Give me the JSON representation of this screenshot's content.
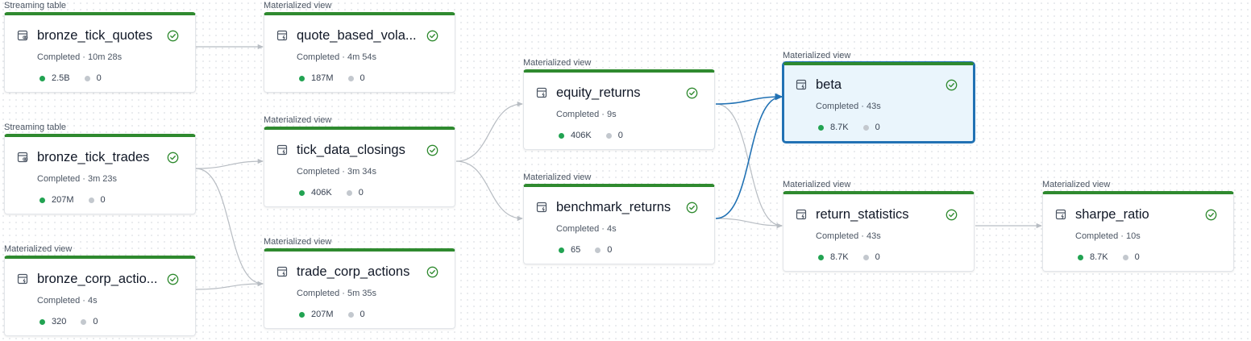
{
  "colors": {
    "completed_bar": "#2f8a2f",
    "selected_border": "#2272b4",
    "edge_default": "#b8bdc3",
    "edge_highlight": "#2272b4"
  },
  "nodes": [
    {
      "type": "Streaming table",
      "title": "bronze_tick_quotes",
      "status": "Completed · 10m 28s",
      "rows": "2.5B",
      "dropped": "0",
      "icon": "streaming-table-icon"
    },
    {
      "type": "Streaming table",
      "title": "bronze_tick_trades",
      "status": "Completed · 3m 23s",
      "rows": "207M",
      "dropped": "0",
      "icon": "streaming-table-icon"
    },
    {
      "type": "Materialized view",
      "title": "bronze_corp_actio...",
      "status": "Completed · 4s",
      "rows": "320",
      "dropped": "0",
      "icon": "materialized-view-icon"
    },
    {
      "type": "Materialized view",
      "title": "quote_based_vola...",
      "status": "Completed · 4m 54s",
      "rows": "187M",
      "dropped": "0",
      "icon": "materialized-view-icon"
    },
    {
      "type": "Materialized view",
      "title": "tick_data_closings",
      "status": "Completed · 3m 34s",
      "rows": "406K",
      "dropped": "0",
      "icon": "materialized-view-icon"
    },
    {
      "type": "Materialized view",
      "title": "trade_corp_actions",
      "status": "Completed · 5m 35s",
      "rows": "207M",
      "dropped": "0",
      "icon": "materialized-view-icon"
    },
    {
      "type": "Materialized view",
      "title": "equity_returns",
      "status": "Completed · 9s",
      "rows": "406K",
      "dropped": "0",
      "icon": "materialized-view-icon"
    },
    {
      "type": "Materialized view",
      "title": "benchmark_returns",
      "status": "Completed · 4s",
      "rows": "65",
      "dropped": "0",
      "icon": "materialized-view-icon"
    },
    {
      "type": "Materialized view",
      "title": "beta",
      "status": "Completed · 43s",
      "rows": "8.7K",
      "dropped": "0",
      "icon": "materialized-view-icon",
      "selected": true
    },
    {
      "type": "Materialized view",
      "title": "return_statistics",
      "status": "Completed · 43s",
      "rows": "8.7K",
      "dropped": "0",
      "icon": "materialized-view-icon"
    },
    {
      "type": "Materialized view",
      "title": "sharpe_ratio",
      "status": "Completed · 10s",
      "rows": "8.7K",
      "dropped": "0",
      "icon": "materialized-view-icon"
    }
  ]
}
